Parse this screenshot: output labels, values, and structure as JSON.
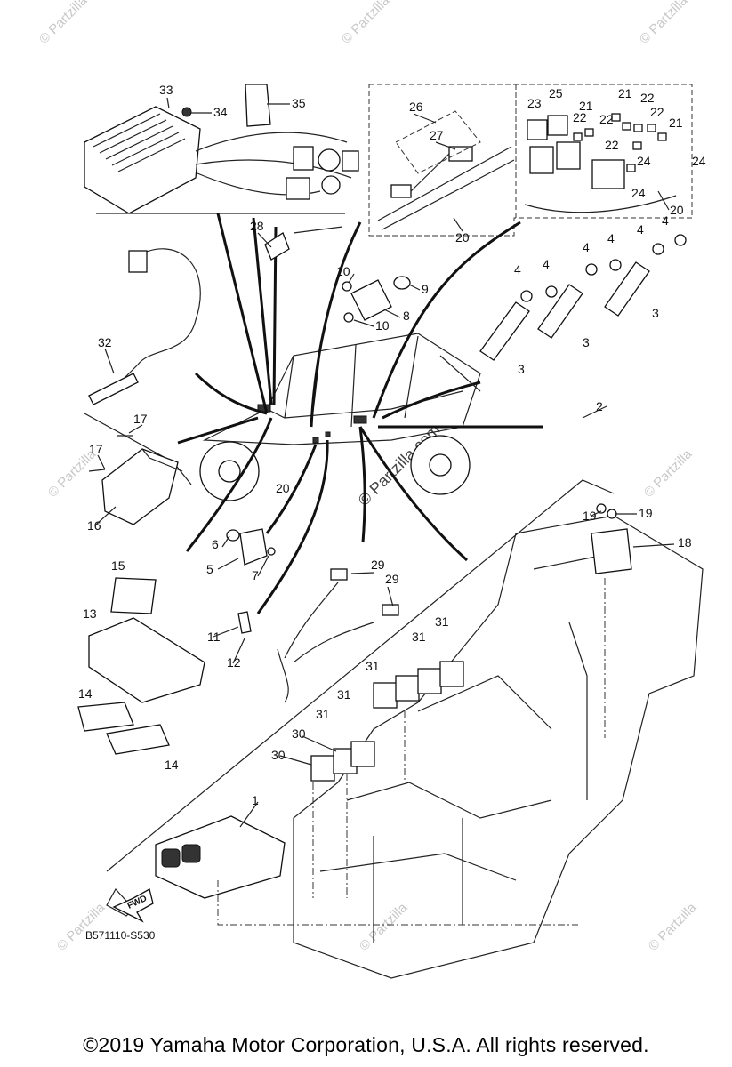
{
  "reference_code": "B571110-S530",
  "copyright": "©2019 Yamaha Motor Corporation, U.S.A. All rights reserved.",
  "watermark_text": "© Partzilla",
  "watermark_center": "© Partzilla.com",
  "fwd_label": "FWD",
  "callouts": {
    "c1": "1",
    "c2": "2",
    "c3a": "3",
    "c3b": "3",
    "c3c": "3",
    "c4a": "4",
    "c4b": "4",
    "c4c": "4",
    "c4d": "4",
    "c4e": "4",
    "c4f": "4",
    "c5": "5",
    "c6": "6",
    "c7": "7",
    "c8": "8",
    "c9": "9",
    "c10a": "10",
    "c10b": "10",
    "c11": "11",
    "c12": "12",
    "c13": "13",
    "c14a": "14",
    "c14b": "14",
    "c15": "15",
    "c16": "16",
    "c17a": "17",
    "c17b": "17",
    "c18": "18",
    "c19a": "19",
    "c19b": "19",
    "c20a": "20",
    "c20b": "20",
    "c20c": "20",
    "c21a": "21",
    "c21b": "21",
    "c21c": "21",
    "c22a": "22",
    "c22b": "22",
    "c22c": "22",
    "c22d": "22",
    "c22e": "22",
    "c23": "23",
    "c24a": "24",
    "c24b": "24",
    "c24c": "24",
    "c25": "25",
    "c26": "26",
    "c27": "27",
    "c28": "28",
    "c29a": "29",
    "c29b": "29",
    "c30a": "30",
    "c30b": "30",
    "c31a": "31",
    "c31b": "31",
    "c31c": "31",
    "c31d": "31",
    "c31e": "31",
    "c32": "32",
    "c33": "33",
    "c34": "34",
    "c35": "35"
  }
}
